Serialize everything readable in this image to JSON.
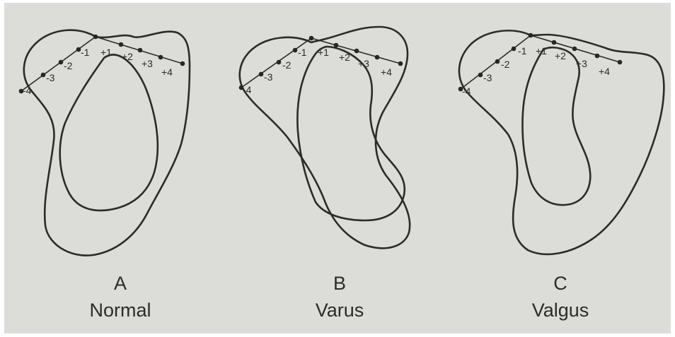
{
  "panels": [
    {
      "id": "a",
      "letter": "A",
      "name": "Normal",
      "ticks": [
        "-4",
        "-3",
        "-2",
        "-1",
        "+1",
        "+2",
        "+3",
        "+4"
      ]
    },
    {
      "id": "b",
      "letter": "B",
      "name": "Varus",
      "ticks": [
        "-4",
        "-3",
        "-2",
        "-1",
        "+1",
        "+2",
        "+3",
        "+4"
      ]
    },
    {
      "id": "c",
      "letter": "C",
      "name": "Valgus",
      "ticks": [
        "-4",
        "-3",
        "-2",
        "-1",
        "+1",
        "+2",
        "+3",
        "+4"
      ]
    }
  ],
  "colors": {
    "background": "#dcdcd8",
    "ink": "#2b2b2b"
  }
}
